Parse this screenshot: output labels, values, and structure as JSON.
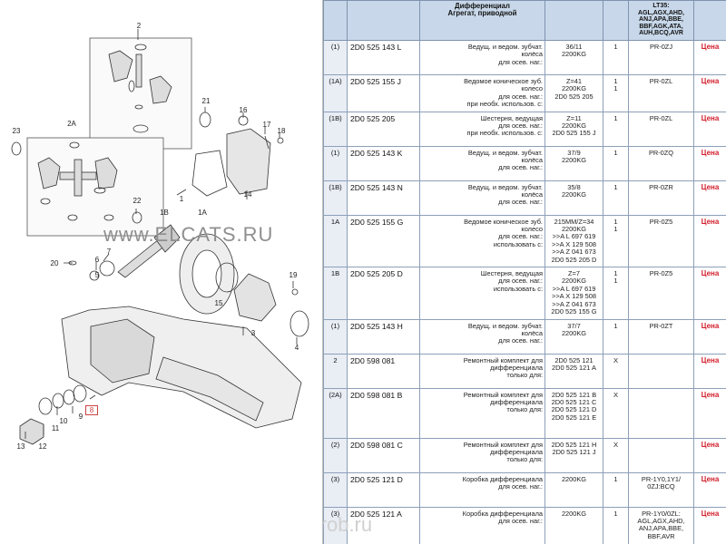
{
  "watermarks": {
    "top": "www.ELCATS.RU",
    "bottom": "m-krob.ru"
  },
  "diagram": {
    "callouts": [
      "2",
      "2A",
      "23",
      "21",
      "16",
      "17",
      "18",
      "14",
      "1",
      "1B",
      "1A",
      "22",
      "7",
      "6",
      "5",
      "20",
      "15",
      "19",
      "3",
      "4",
      "8",
      "10",
      "9",
      "11",
      "12",
      "13"
    ],
    "boxed_callout": "8"
  },
  "table": {
    "header": {
      "col0": "",
      "col1": "",
      "col2": "Дифференциал\nАгрегат, приводной",
      "col3": "",
      "col4": "",
      "col5": "LT35:\nAGL,AGX,AHD,\nANJ,APA,BBE,\nBBF,AGK,ATA,\nAUH,BCQ,AVR",
      "col6": ""
    },
    "rows": [
      {
        "pos": "(1)",
        "part": "2D0 525 143 L",
        "desc": [
          "Ведущ. и ведом. зубчат.",
          "колёса",
          "для осев. наг.:"
        ],
        "spec": [
          "36/11",
          "2200KG"
        ],
        "qty": [
          "1"
        ],
        "model": [
          "PR-0ZJ"
        ],
        "price": "Цена"
      },
      {
        "pos": "(1A)",
        "part": "2D0 525 155 J",
        "desc": [
          "Ведомое коническое зуб.",
          "колесо",
          "для осев. наг.:",
          "при необх. использов. с:"
        ],
        "spec": [
          "Z=41",
          "2200KG",
          "2D0 525 205"
        ],
        "qty": [
          "1",
          "1"
        ],
        "model": [
          "PR-0ZL"
        ],
        "price": "Цена"
      },
      {
        "pos": "(1B)",
        "part": "2D0 525 205",
        "desc": [
          "Шестерня, ведущая",
          "для осев. наг.:",
          "при необх. использов. с:"
        ],
        "spec": [
          "Z=11",
          "2200KG",
          "2D0 525 155 J"
        ],
        "qty": [
          "1"
        ],
        "model": [
          "PR-0ZL"
        ],
        "price": "Цена"
      },
      {
        "pos": "(1)",
        "part": "2D0 525 143 K",
        "desc": [
          "Ведущ. и ведом. зубчат.",
          "колёса",
          "для осев. наг.:"
        ],
        "spec": [
          "37/9",
          "2200KG"
        ],
        "qty": [
          "1"
        ],
        "model": [
          "PR-0ZQ"
        ],
        "price": "Цена"
      },
      {
        "pos": "(1B)",
        "part": "2D0 525 143 N",
        "desc": [
          "Ведущ. и ведом. зубчат.",
          "колёса",
          "для осев. наг.:"
        ],
        "spec": [
          "35/8",
          "2200KG"
        ],
        "qty": [
          "1"
        ],
        "model": [
          "PR-0ZR"
        ],
        "price": "Цена"
      },
      {
        "pos": "1A",
        "part": "2D0 525 155 G",
        "desc": [
          "Ведомое коническое зуб.",
          "колесо",
          "для осев. наг.:",
          "использовать с:"
        ],
        "spec": [
          "215MM/Z=34",
          "2200KG",
          ">>A L 697 619",
          ">>A X 129 508",
          ">>A Z 041 673",
          "2D0 525 205 D"
        ],
        "qty": [
          "1",
          "",
          "",
          "",
          "",
          "1"
        ],
        "model": [
          "PR-0Z5"
        ],
        "price": "Цена"
      },
      {
        "pos": "1B",
        "part": "2D0 525 205 D",
        "desc": [
          "Шестерня, ведущая",
          "для осев. наг.:",
          "использовать с:"
        ],
        "spec": [
          "Z=7",
          "2200KG",
          ">>A L 697 619",
          ">>A X 129 508",
          ">>A Z 041 673",
          "2D0 525 155 G"
        ],
        "qty": [
          "1",
          "",
          "",
          "",
          "",
          "1"
        ],
        "model": [
          "PR-0Z5"
        ],
        "price": "Цена"
      },
      {
        "pos": "(1)",
        "part": "2D0 525 143 H",
        "desc": [
          "Ведущ. и ведом. зубчат.",
          "колёса",
          "для осев. наг.:"
        ],
        "spec": [
          "37/7",
          "2200KG"
        ],
        "qty": [
          "1"
        ],
        "model": [
          "PR-0ZT"
        ],
        "price": "Цена"
      },
      {
        "pos": "2",
        "part": "2D0 598 081",
        "desc": [
          "Ремонтный комплект для",
          "дифференциала",
          "",
          "только для:"
        ],
        "spec": [
          "",
          "",
          "2D0 525 121",
          "2D0 525 121 A"
        ],
        "qty": [
          "X"
        ],
        "model": [
          ""
        ],
        "price": "Цена"
      },
      {
        "pos": "(2A)",
        "part": "2D0 598 081 B",
        "desc": [
          "Ремонтный комплект для",
          "дифференциала",
          "",
          "только для:"
        ],
        "spec": [
          "",
          "",
          "2D0 525 121 B",
          "2D0 525 121 C",
          "2D0 525 121 D",
          "2D0 525 121 E"
        ],
        "qty": [
          "X"
        ],
        "model": [
          ""
        ],
        "price": "Цена"
      },
      {
        "pos": "(2)",
        "part": "2D0 598 081 C",
        "desc": [
          "Ремонтный комплект для",
          "дифференциала",
          "",
          "только для:"
        ],
        "spec": [
          "",
          "",
          "2D0 525 121 H",
          "2D0 525 121 J"
        ],
        "qty": [
          "X"
        ],
        "model": [
          ""
        ],
        "price": "Цена"
      },
      {
        "pos": "(3)",
        "part": "2D0 525 121 D",
        "desc": [
          "Коробка дифференциала",
          "для осев. наг.:"
        ],
        "spec": [
          "",
          "2200KG"
        ],
        "qty": [
          "1"
        ],
        "model": [
          "PR-1Y0,1Y1/",
          "0ZJ:BCQ"
        ],
        "price": "Цена"
      },
      {
        "pos": "(3)",
        "part": "2D0 525 121 A",
        "desc": [
          "Коробка дифференциала",
          "для осев. наг.:"
        ],
        "spec": [
          "",
          "2200KG"
        ],
        "qty": [
          "1"
        ],
        "model": [
          "PR-1Y0/0ZL:",
          "AGL,AGX,AHD,",
          "ANJ,APA,BBE,",
          "BBF,AVR"
        ],
        "price": "Цена"
      }
    ]
  }
}
